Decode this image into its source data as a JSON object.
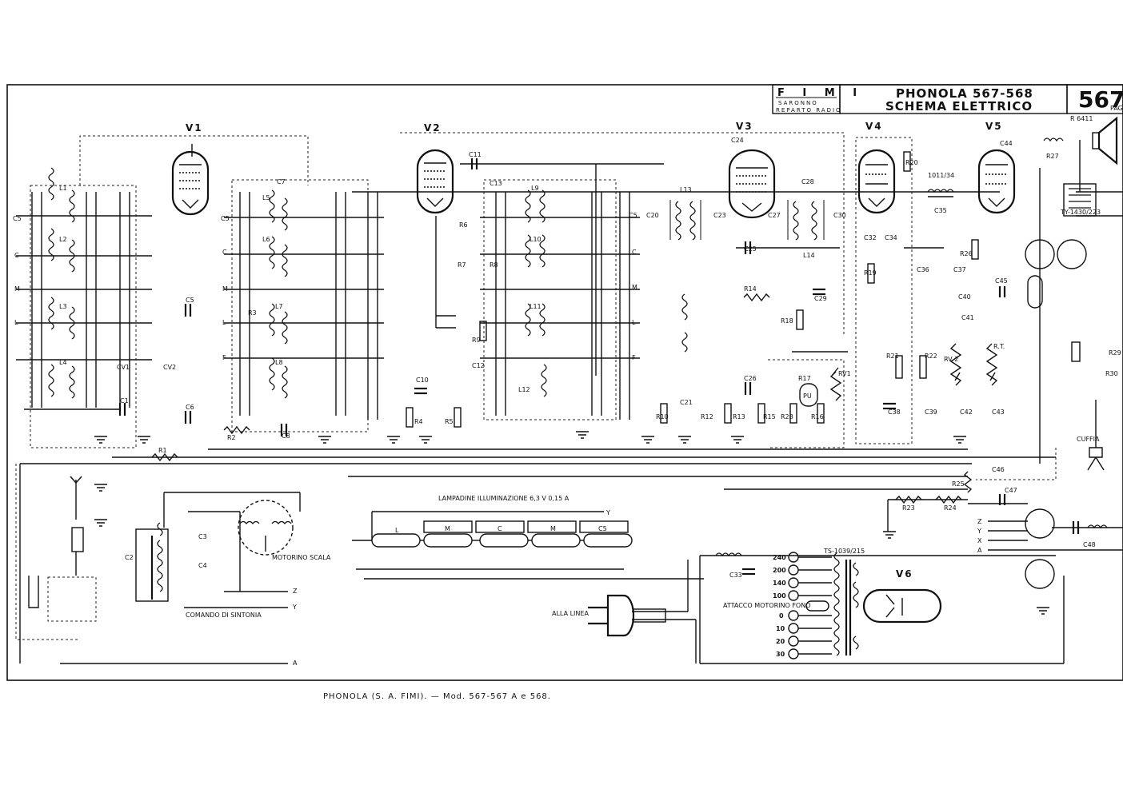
{
  "title_block": {
    "maker": "F I M I",
    "maker_sub1": "SARONNO",
    "maker_sub2": "REPARTO RADIO",
    "title_line1": "PHONOLA 567-568",
    "title_line2": "SCHEMA ELETTRICO",
    "page_number": "567",
    "page_suffix": "PAG"
  },
  "tubes": [
    {
      "id": "v1",
      "label": "V1"
    },
    {
      "id": "v2",
      "label": "V2"
    },
    {
      "id": "v3",
      "label": "V3"
    },
    {
      "id": "v4",
      "label": "V4"
    },
    {
      "id": "v5",
      "label": "V5"
    },
    {
      "id": "v6",
      "label": "V6"
    }
  ],
  "annotations": {
    "lamps": "LAMPADINE ILLUMINAZIONE 6,3 V 0,15 A",
    "motor": "MOTORINO SCALA",
    "tuning_control": "COMANDO DI SINTONIA",
    "mains": "ALLA LINEA",
    "phono_motor": "ATTACCO MOTORINO FONO",
    "headphones": "CUFFIA",
    "speaker_ref": "R 6411",
    "transformer_ref": "TS-1039/215",
    "output_transformer": "TY-1430/223",
    "choke_ref": "1011/34",
    "pu": "PU"
  },
  "band_switch_labels": [
    "C5",
    "C",
    "M",
    "L",
    "F"
  ],
  "lamp_labels": [
    "L",
    "M",
    "C",
    "M",
    "C5"
  ],
  "mains_taps": [
    "240",
    "200",
    "140",
    "100",
    "0",
    "10",
    "20",
    "30"
  ],
  "side_letters": [
    "Z",
    "Y",
    "X",
    "A"
  ],
  "components": {
    "L1": "L1",
    "L2": "L2",
    "L3": "L3",
    "L4": "L4",
    "L5": "L5",
    "L6": "L6",
    "L7": "L7",
    "L8": "L8",
    "L9": "L9",
    "L10": "L10",
    "L11": "L11",
    "L12": "L12",
    "L13": "L13",
    "L14": "L14",
    "C1": "C1",
    "C2": "C2",
    "C3": "C3",
    "C4": "C4",
    "C5": "C5",
    "C6": "C6",
    "C7": "C7",
    "C8": "C8",
    "C10": "C10",
    "C11": "C11",
    "C12": "C12",
    "C13": "C13",
    "C20": "C20",
    "C21": "C21",
    "C23": "C23",
    "C24": "C24",
    "C25": "C25",
    "C26": "C26",
    "C27": "C27",
    "C28": "C28",
    "C29": "C29",
    "C30": "C30",
    "C32": "C32",
    "C33": "C33",
    "C34": "C34",
    "C35": "C35",
    "C36": "C36",
    "C37": "C37",
    "C38": "C38",
    "C39": "C39",
    "C40": "C40",
    "C41": "C41",
    "C42": "C42",
    "C43": "C43",
    "C44": "C44",
    "C45": "C45",
    "C46": "C46",
    "C47": "C47",
    "C48": "C48",
    "CV1": "CV1",
    "CV2": "CV2",
    "R1": "R1",
    "R2": "R2",
    "R3": "R3",
    "R4": "R4",
    "R5": "R5",
    "R6": "R6",
    "R7": "R7",
    "R8": "R8",
    "R9": "R9",
    "R10": "R10",
    "R12": "R12",
    "R13": "R13",
    "R14": "R14",
    "R15": "R15",
    "R16": "R16",
    "R17": "R17",
    "R18": "R18",
    "R19": "R19",
    "R20": "R20",
    "R21": "R21",
    "R22": "R22",
    "R23": "R23",
    "R24": "R24",
    "R25": "R25",
    "R26": "R26",
    "R27": "R27",
    "R28": "R28",
    "R29": "R29",
    "R30": "R30",
    "RV1": "RV1",
    "RV2": "RV 2",
    "RT": "R.T."
  },
  "caption": "PHONOLA (S. A. FIMI). — Mod. 567-567 A e 568."
}
